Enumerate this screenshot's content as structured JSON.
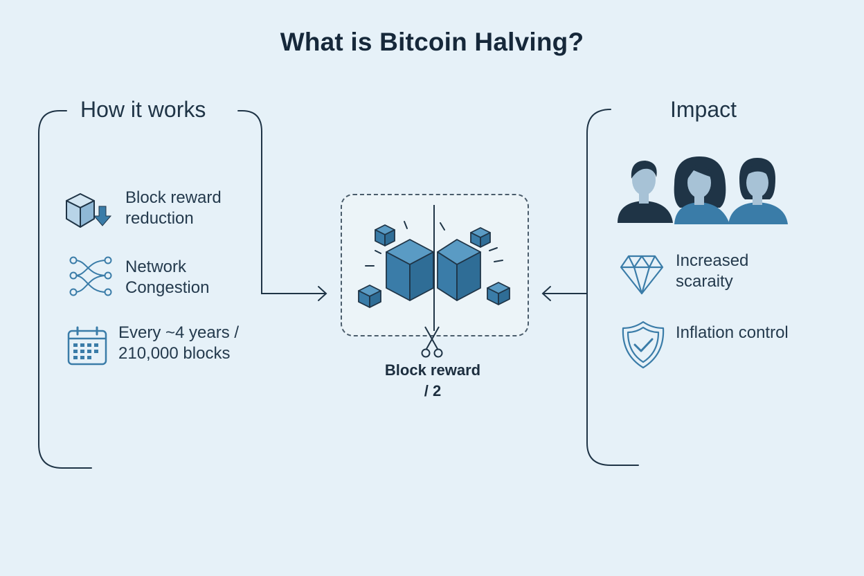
{
  "title": "What is Bitcoin Halving?",
  "left_section": {
    "title": "How it works",
    "items": [
      {
        "icon": "cube-down-arrow-icon",
        "line1": "Block reward",
        "line2": "reduction"
      },
      {
        "icon": "network-nodes-icon",
        "line1": "Network",
        "line2": "Congestion"
      },
      {
        "icon": "calendar-icon",
        "line1": "Every ~4 years /",
        "line2": "210,000 blocks"
      }
    ]
  },
  "center": {
    "icon": "split-blocks-icon",
    "label_line1": "Block reward",
    "label_line2": "/ 2"
  },
  "right_section": {
    "title": "Impact",
    "people_icon": "people-group-icon",
    "items": [
      {
        "icon": "diamond-icon",
        "line1": "Increased",
        "line2": "scaraity"
      },
      {
        "icon": "shield-check-icon",
        "line1": "Inflation control",
        "line2": ""
      }
    ]
  },
  "colors": {
    "background": "#e6f1f8",
    "accent": "#3a7ca8",
    "dark": "#1f3446"
  }
}
